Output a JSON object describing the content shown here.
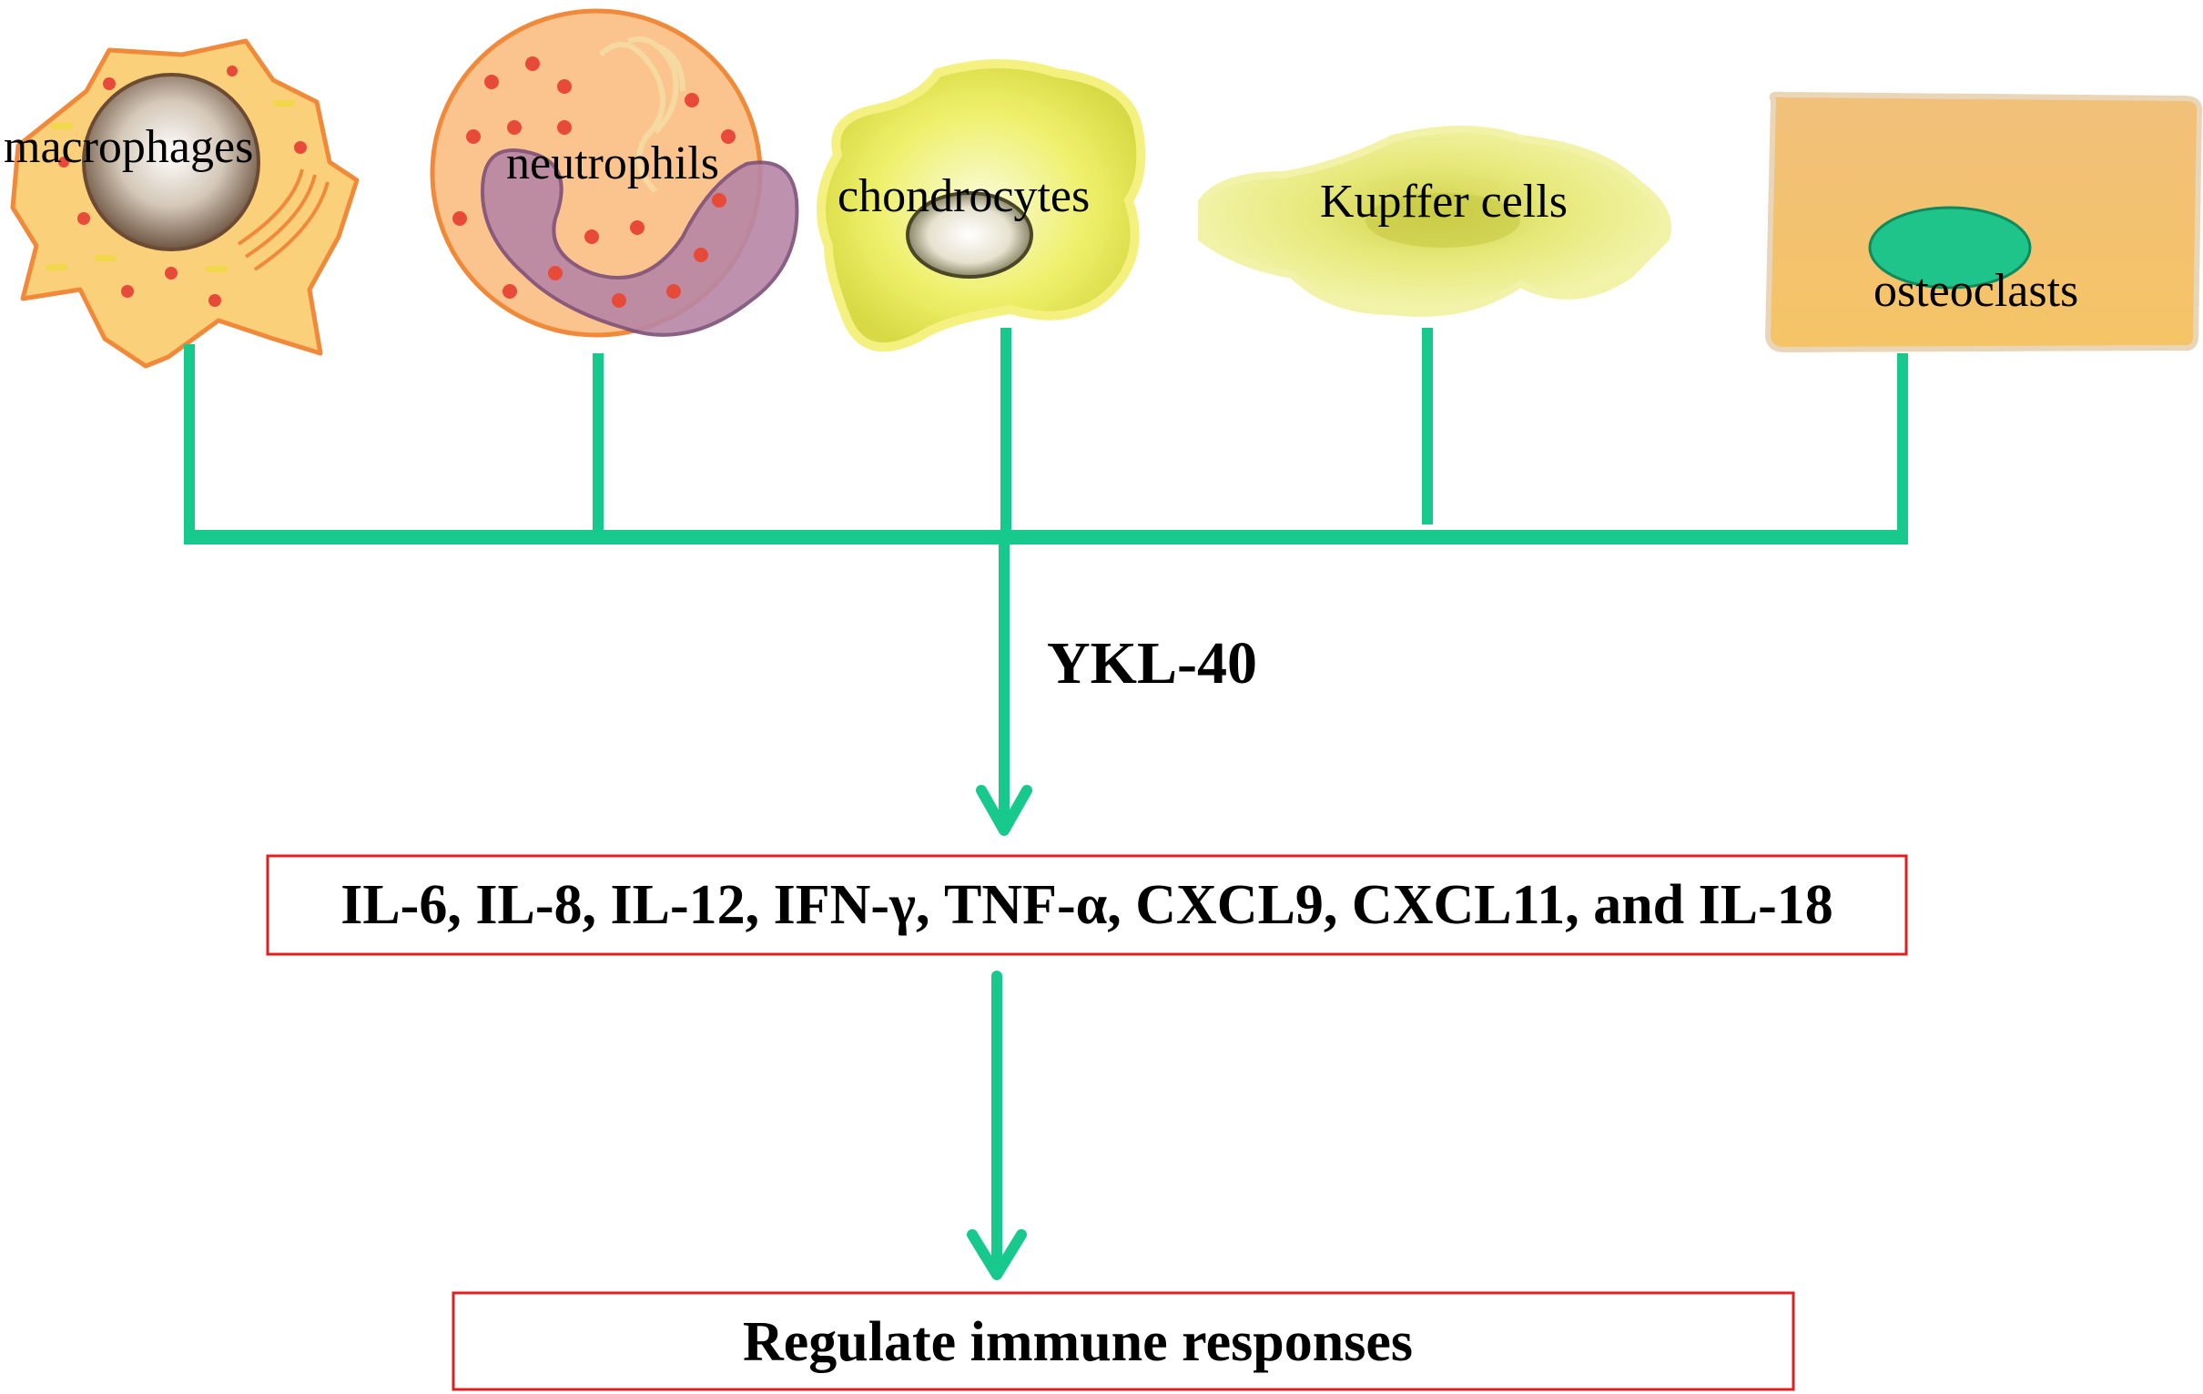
{
  "cells": [
    {
      "id": "macrophages",
      "label": "macrophages"
    },
    {
      "id": "neutrophils",
      "label": "neutrophils"
    },
    {
      "id": "chondrocytes",
      "label": "chondrocytes"
    },
    {
      "id": "kupffer",
      "label": "Kupffer cells"
    },
    {
      "id": "osteoclasts",
      "label": "osteoclasts"
    }
  ],
  "mediator": "YKL-40",
  "cytokines_box": "IL-6, IL-8, IL-12, IFN-γ, TNF-α, CXCL9, CXCL11, and IL-18",
  "outcome_box": "Regulate immune responses",
  "colors": {
    "connector": "#17c98d",
    "box_border": "#e02020",
    "macrophage_body": "#fbd07a",
    "neutrophil_body": "#fbc48e",
    "chondrocyte_body": "#f2f07a",
    "kupffer_body": "#eef08e",
    "osteoclast_body": "#f3c26a",
    "osteoclast_nucleus": "#1ec48a"
  }
}
